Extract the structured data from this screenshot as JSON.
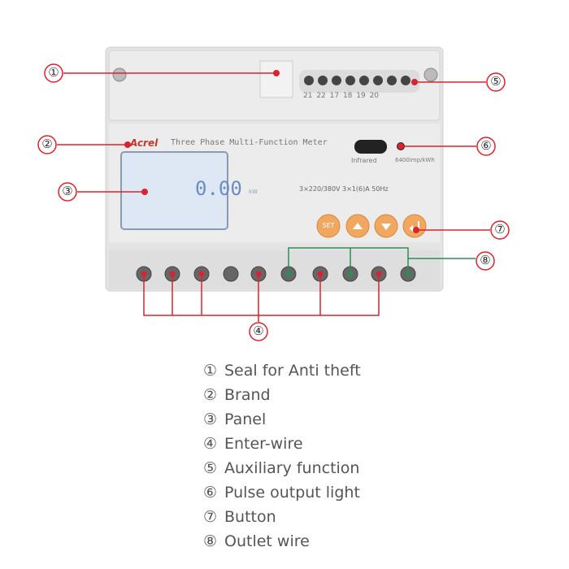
{
  "meter": {
    "brand": "Acrel",
    "model_title": "Three Phase Multi-Function Meter",
    "display_value": "0.00",
    "display_unit": "kW",
    "infrared_label": "Infrared",
    "pulse_label": "6400imp/kWh",
    "rating": "3×220/380V 3×1(6)A 50Hz",
    "aux_terminals": "21 22 17 18 19 20",
    "buttons": [
      "SET",
      "up",
      "down",
      "enter"
    ]
  },
  "callouts": [
    "①",
    "②",
    "③",
    "④",
    "⑤",
    "⑥",
    "⑦",
    "⑧"
  ],
  "legend": [
    {
      "num": "①",
      "text": "Seal for Anti theft"
    },
    {
      "num": "②",
      "text": "Brand"
    },
    {
      "num": "③",
      "text": "Panel"
    },
    {
      "num": "④",
      "text": "Enter-wire"
    },
    {
      "num": "⑤",
      "text": "Auxiliary function"
    },
    {
      "num": "⑥",
      "text": "Pulse output light"
    },
    {
      "num": "⑦",
      "text": "Button"
    },
    {
      "num": "⑧",
      "text": "Outlet wire"
    }
  ],
  "colors": {
    "red": "#d9232e",
    "green": "#2e8b57",
    "button": "#f0a860",
    "lcd": "#dde8f4"
  }
}
